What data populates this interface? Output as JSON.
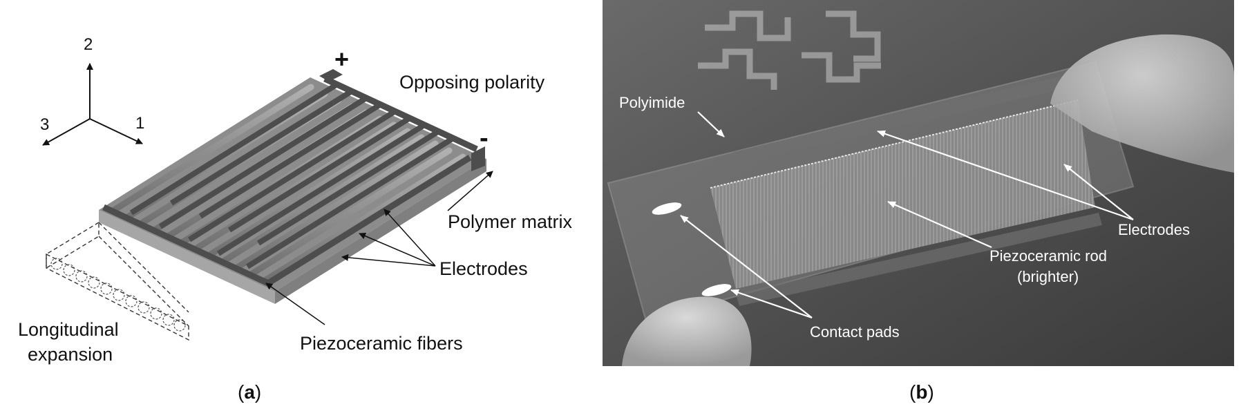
{
  "panel_a": {
    "caption_letter": "a",
    "axis_labels": {
      "up": "2",
      "left": "3",
      "right": "1"
    },
    "symbols": {
      "plus": "+",
      "minus": "-"
    },
    "labels": {
      "opposing_polarity": "Opposing polarity",
      "polymer_matrix": "Polymer matrix",
      "electrodes": "Electrodes",
      "piezoceramic_fibers": "Piezoceramic fibers",
      "longitudinal_line1": "Longitudinal",
      "longitudinal_line2": "expansion"
    }
  },
  "panel_b": {
    "caption_letter": "b",
    "labels": {
      "polyimide": "Polyimide",
      "electrodes": "Electrodes",
      "piezoceramic_rod_line1": "Piezoceramic rod",
      "piezoceramic_rod_line2": "(brighter)",
      "contact_pads": "Contact pads"
    }
  },
  "colors": {
    "plate_top": "#8c8c8c",
    "plate_side": "#a6a6a6",
    "electrode": "#4d4d4d",
    "fiber": "#7a7a7a",
    "photo_bg": "#5a5a5a"
  }
}
